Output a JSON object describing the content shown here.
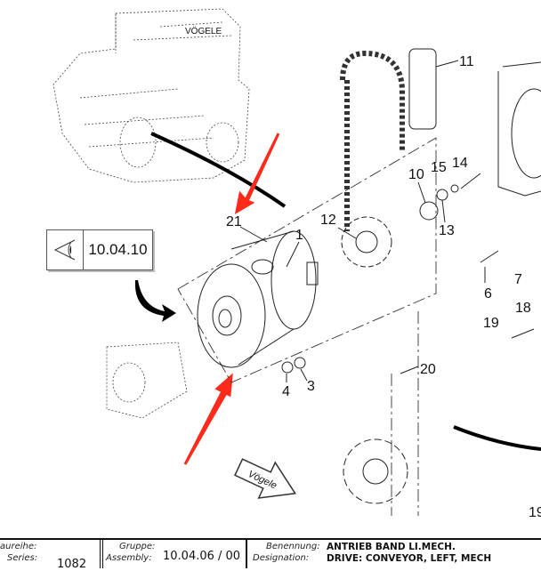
{
  "view_reference": {
    "icon": "eye-view-icon",
    "label": "10.04.10"
  },
  "brand_labels": {
    "machine": "VÖGELE",
    "arrow": "Vögele"
  },
  "part_labels": [
    "11",
    "10",
    "15",
    "14",
    "12",
    "13",
    "21",
    "1",
    "6",
    "7",
    "18",
    "19",
    "20",
    "4",
    "3",
    "19"
  ],
  "colors": {
    "highlight_arrow": "#ff2a1a"
  },
  "footer": {
    "series_de": "aureihe:",
    "series_en": "Series:",
    "series_value": "1082",
    "assembly_de": "Gruppe:",
    "assembly_en": "Assembly:",
    "assembly_value": "10.04.06 / 00",
    "designation_de": "Benennung:",
    "designation_en": "Designation:",
    "designation_de_value": "ANTRIEB BAND LI.MECH.",
    "designation_en_value": "DRIVE: CONVEYOR, LEFT, MECH"
  }
}
